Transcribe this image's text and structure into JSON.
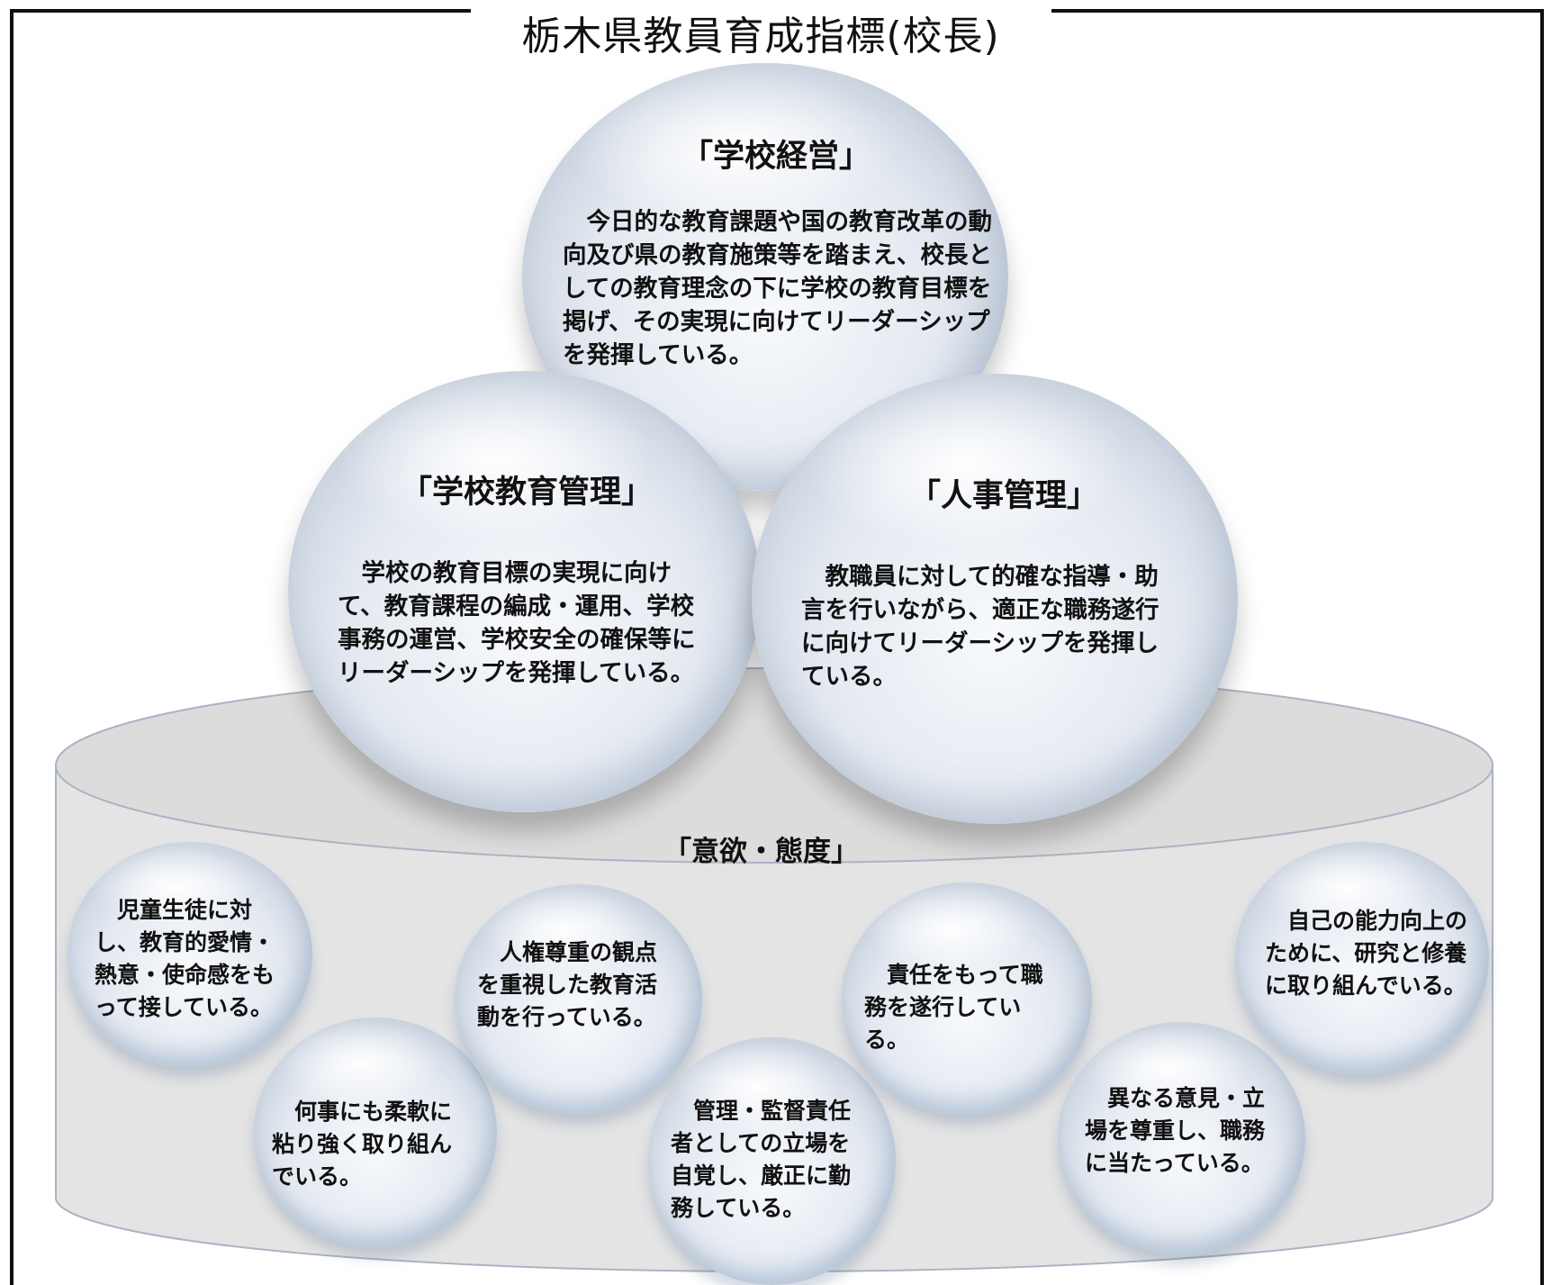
{
  "title": "栃木県教員育成指標(校長)",
  "spheres": {
    "school_management": {
      "heading": "「学校経営」",
      "body": "　今日的な教育課題や国の教育改革の動向及び県の教育施策等を踏まえ、校長としての教育理念の下に学校の教育目標を掲げ、その実現に向けてリーダーシップを発揮している。"
    },
    "school_education_management": {
      "heading": "「学校教育管理」",
      "body": "　学校の教育目標の実現に向けて、教育課程の編成・運用、学校事務の運営、学校安全の確保等にリーダーシップを発揮している。"
    },
    "personnel_management": {
      "heading": "「人事管理」",
      "body": "　教職員に対して的確な指導・助言を行いながら、適正な職務遂行に向けてリーダーシップを発揮している。"
    }
  },
  "base": {
    "heading": "「意欲・態度」",
    "items": [
      "　児童生徒に対し、教育的愛情・熱意・使命感をもって接している。",
      "　何事にも柔軟に粘り強く取り組んでいる。",
      "　人権尊重の観点を重視した教育活動を行っている。",
      "　管理・監督責任者としての立場を自覚し、厳正に勤務している。",
      "　責任をもって職務を遂行している。",
      "　異なる意見・立場を尊重し、職務に当たっている。",
      "　自己の能力向上のために、研究と修養に取り組んでいる。"
    ]
  }
}
